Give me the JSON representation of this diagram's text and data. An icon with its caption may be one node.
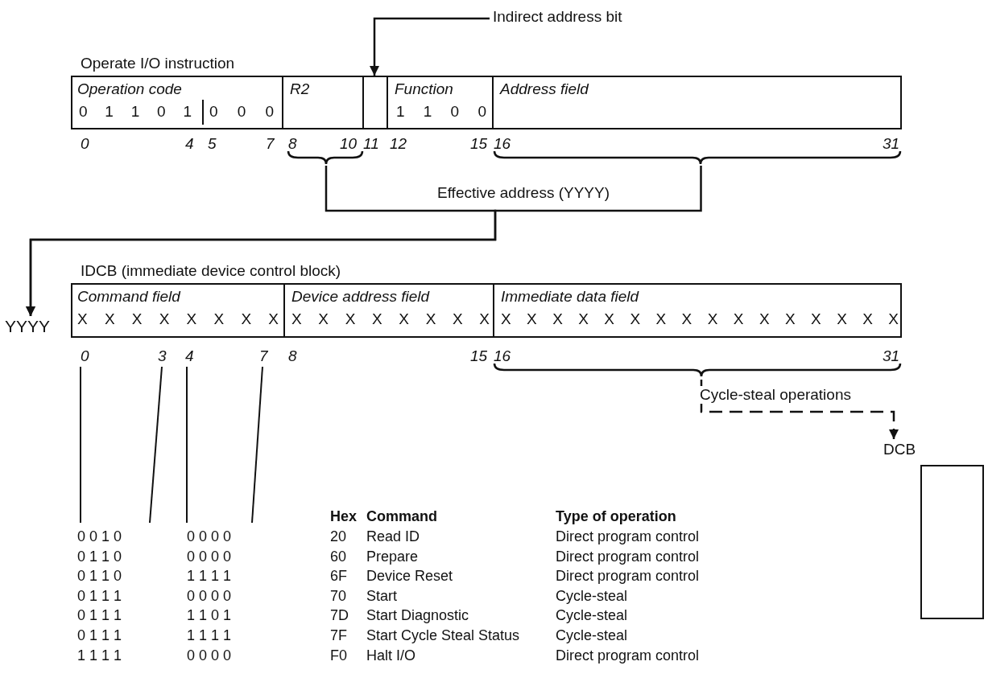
{
  "diagram": {
    "nodes": [
      {
        "text": [
          "Indirect address bit"
        ]
      },
      {
        "text": [
          "Operate I/O instruction"
        ]
      },
      {
        "text": [
          "Operation code",
          "0 1 1 0 1",
          "0 0 0"
        ],
        "in": 1
      },
      {
        "text": [
          "R2"
        ],
        "in": 1
      },
      {
        "text": [],
        "shape": "box",
        "in": 1
      },
      {
        "text": [
          "Function",
          "1 1 0 0"
        ],
        "in": 1
      },
      {
        "text": [
          "Address field"
        ],
        "in": 1
      },
      {
        "text": [
          "YYYY"
        ]
      },
      {
        "text": [
          "IDCB (immediate device control block)"
        ]
      },
      {
        "text": [
          "Command field",
          "X X X X X X X X"
        ],
        "in": 8
      },
      {
        "text": [
          "Device address field",
          "X X X X X X X X"
        ],
        "in": 8
      },
      {
        "text": [
          "Immediate data field",
          "X X X X X X X X X X X X X X X X"
        ],
        "in": 8
      },
      {
        "text": [
          "DCB"
        ]
      }
    ],
    "edges": [
      {
        "from": 0,
        "to": 4,
        "arrow": "to"
      },
      {
        "from": 3,
        "to": 7,
        "arrow": "to",
        "label": "Effective address (YYYY)"
      },
      {
        "from": 6,
        "to": 7,
        "arrow": "to"
      },
      {
        "from": 11,
        "to": 12,
        "arrow": "to",
        "style": "dashed",
        "label": "Cycle-steal operations"
      }
    ],
    "labels": [
      "0",
      "4",
      "5",
      "7",
      "8",
      "10",
      "11",
      "12",
      "15",
      "16",
      "31",
      "0",
      "3",
      "4",
      "7",
      "8",
      "15",
      "16",
      "31",
      "Hex",
      "Command",
      "Type of operation",
      "0 0 1 0",
      "0 0 0 0",
      "20",
      "Read ID",
      "Direct program control",
      "0 1 1 0",
      "0 0 0 0",
      "60",
      "Prepare",
      "Direct program control",
      "0 1 1 0",
      "1 1 1 1",
      "6F",
      "Device Reset",
      "Direct program control",
      "0 1 1 1",
      "0 0 0 0",
      "70",
      "Start",
      "Cycle-steal",
      "0 1 1 1",
      "1 1 0 1",
      "7D",
      "Start Diagnostic",
      "Cycle-steal",
      "0 1 1 1",
      "1 1 1 1",
      "7F",
      "Start Cycle Steal Status",
      "Cycle-steal",
      "1 1 1 1",
      "0 0 0 0",
      "F0",
      "Halt I/O",
      "Direct program control"
    ]
  }
}
